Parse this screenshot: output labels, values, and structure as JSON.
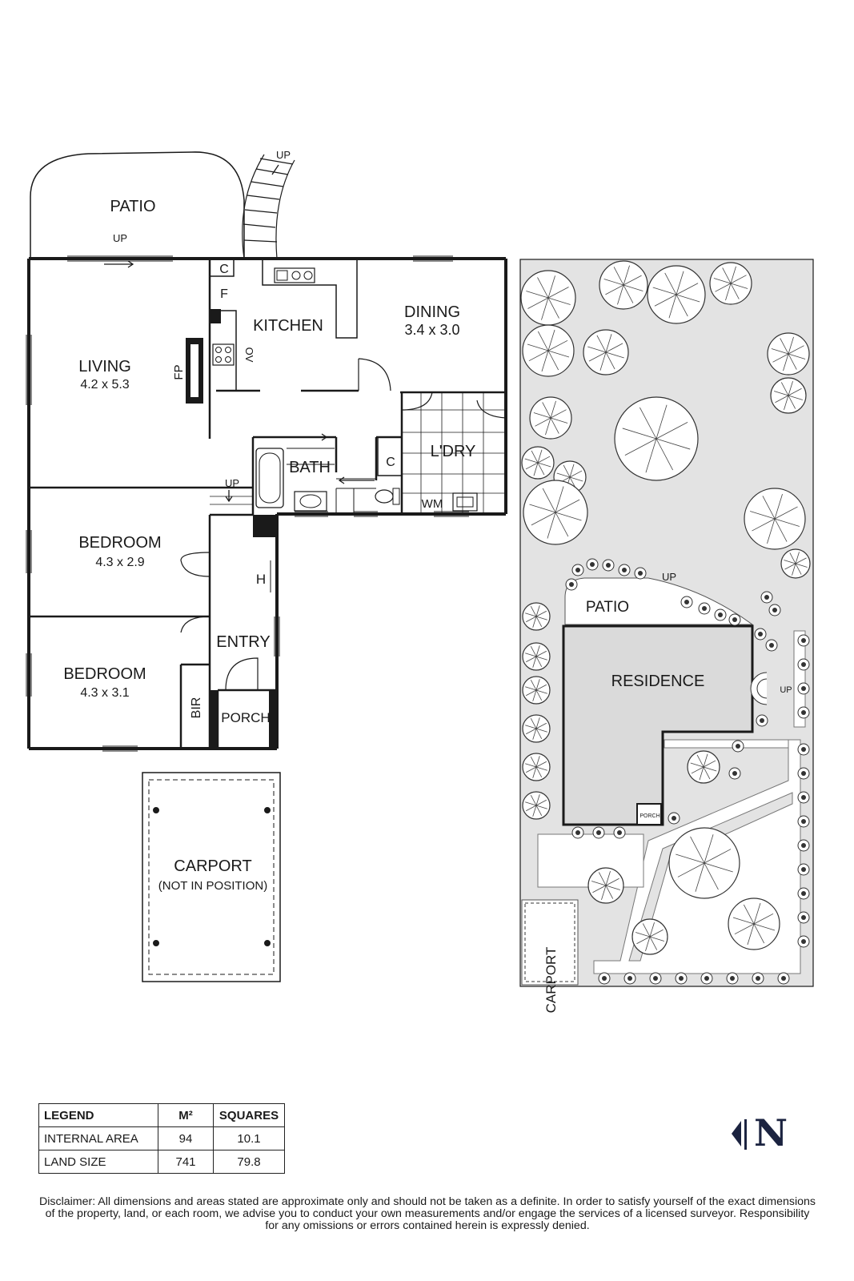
{
  "floorplan": {
    "rooms": {
      "patio": {
        "label": "PATIO"
      },
      "living": {
        "label": "LIVING",
        "dims": "4.2 x 5.3"
      },
      "kitchen": {
        "label": "KITCHEN"
      },
      "dining": {
        "label": "DINING",
        "dims": "3.4 x 3.0"
      },
      "bath": {
        "label": "BATH"
      },
      "laundry": {
        "label": "L'DRY"
      },
      "bedroom1": {
        "label": "BEDROOM",
        "dims": "4.3 x 2.9"
      },
      "bedroom2": {
        "label": "BEDROOM",
        "dims": "4.3 x 3.1"
      },
      "entry": {
        "label": "ENTRY"
      },
      "porch": {
        "label": "PORCH"
      },
      "bir": {
        "label": "BIR"
      }
    },
    "fixtures": {
      "fireplace": "FP",
      "fridge": "F",
      "cupboard_kitchen": "C",
      "cupboard_laundry": "C",
      "oven": "OV",
      "washing_machine": "WM",
      "heater": "H"
    },
    "up_labels": {
      "stairs": "UP",
      "patio": "UP",
      "hall": "UP"
    },
    "carport": {
      "label": "CARPORT",
      "note": "(NOT IN POSITION)"
    }
  },
  "siteplan": {
    "residence": "RESIDENCE",
    "patio": "PATIO",
    "porch": "PORCH",
    "carport": "CARPORT",
    "up_patio": "UP",
    "up_side": "UP"
  },
  "legend": {
    "headers": [
      "LEGEND",
      "M²",
      "SQUARES"
    ],
    "rows": [
      {
        "name": "INTERNAL AREA",
        "m2": "94",
        "squares": "10.1"
      },
      {
        "name": "LAND SIZE",
        "m2": "741",
        "squares": "79.8"
      }
    ]
  },
  "compass": {
    "letter": "N"
  },
  "disclaimer": {
    "line1": "Disclaimer: All dimensions and areas stated are approximate only and should not be taken as a definite. In order to satisfy yourself of the exact dimensions",
    "line2": "of the property, land, or each room, we advise you to conduct your own measurements and/or engage the services of a licensed surveyor. Responsibility",
    "line3": "for any omissions or errors contained herein is expressly denied."
  }
}
